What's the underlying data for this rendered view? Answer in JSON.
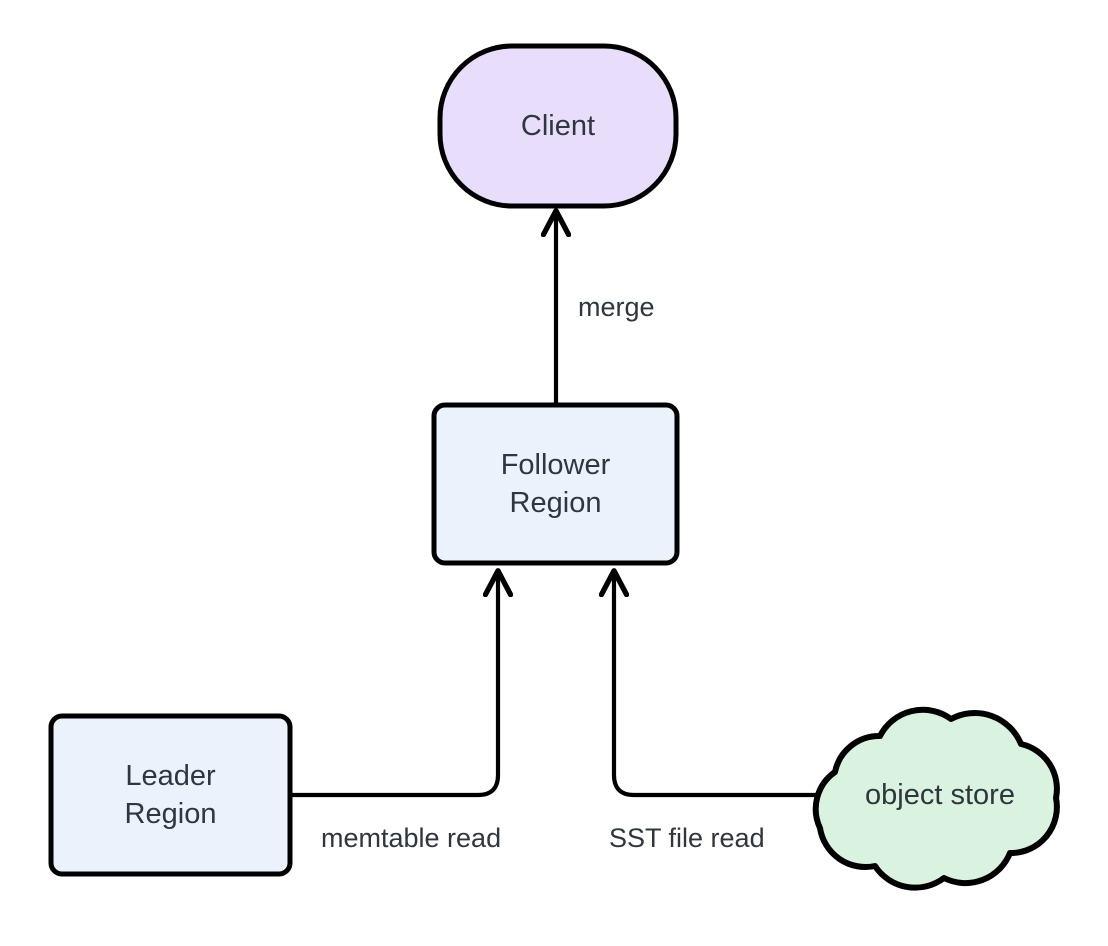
{
  "diagram": {
    "type": "flowchart",
    "direction": "bottom-to-top",
    "background": "#ffffff",
    "nodes": [
      {
        "id": "client",
        "label": "Client",
        "shape": "stadium",
        "fill": "#e9ddfc",
        "stroke": "#000000",
        "text_color": "#2f363d"
      },
      {
        "id": "follower",
        "label": "Follower\nRegion",
        "shape": "rounded-rect",
        "fill": "#ecf2fc",
        "stroke": "#000000",
        "text_color": "#2f363d"
      },
      {
        "id": "leader",
        "label": "Leader\nRegion",
        "shape": "rounded-rect",
        "fill": "#ecf2fc",
        "stroke": "#000000",
        "text_color": "#2f363d"
      },
      {
        "id": "object_store",
        "label": "object store",
        "shape": "cloud",
        "fill": "#d9f3e0",
        "stroke": "#000000",
        "text_color": "#2f363d"
      }
    ],
    "edges": [
      {
        "id": "edge-follower-client",
        "from": "follower",
        "to": "client",
        "label": "merge",
        "arrowhead": "to"
      },
      {
        "id": "edge-leader-follower",
        "from": "leader",
        "to": "follower",
        "label": "memtable read",
        "arrowhead": "to"
      },
      {
        "id": "edge-objectstore-follower",
        "from": "object_store",
        "to": "follower",
        "label": "SST file read",
        "arrowhead": "to"
      }
    ]
  }
}
